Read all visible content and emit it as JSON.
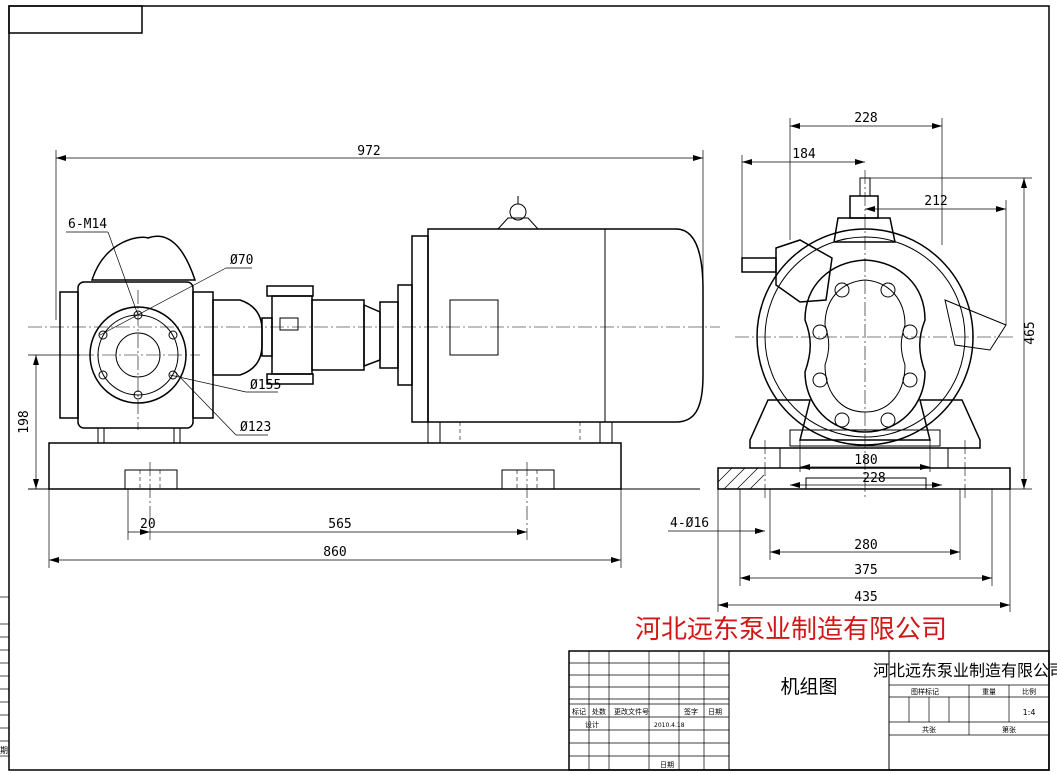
{
  "dimensions": {
    "overall_length": "972",
    "base_length": "860",
    "bolt_spacing": "565",
    "bolt_offset": "20",
    "center_height": "198",
    "thread_spec": "6-M14",
    "dia_70": "Ø70",
    "dia_155": "Ø155",
    "dia_123": "Ø123",
    "side_width_top": "228",
    "side_offset": "184",
    "side_212": "212",
    "total_height": "465",
    "base_inner": "180",
    "base_228": "228",
    "width_280": "280",
    "width_375": "375",
    "width_435": "435",
    "hole_spec": "4-Ø16"
  },
  "company_banner": "河北远东泵业制造有限公司",
  "title_block": {
    "company": "河北远东泵业制造有限公司",
    "drawing_title": "机组图",
    "rev_headers": [
      "标记",
      "处数",
      "更改文件号",
      "签字",
      "日期"
    ],
    "design_label": "设计",
    "date": "2010.4.18",
    "date_label": "日期",
    "stage_label": "图样标记",
    "weight_label": "重量",
    "scale_label": "比例",
    "scale_value": "1:4",
    "total_label": "共张",
    "sheet_label": "第张"
  },
  "side_label": "期"
}
